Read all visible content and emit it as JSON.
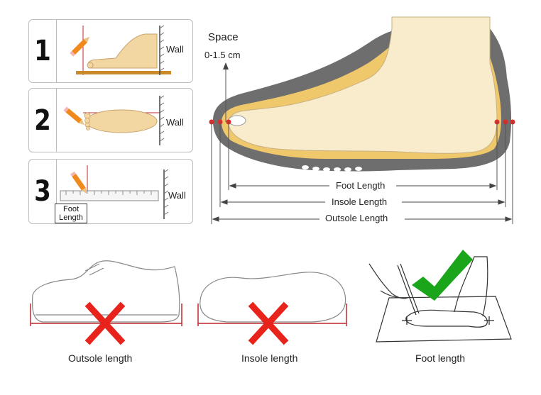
{
  "steps": [
    {
      "number": "1",
      "wall_label": "Wall"
    },
    {
      "number": "2",
      "wall_label": "Wall"
    },
    {
      "number": "3",
      "wall_label": "Wall",
      "ruler_label": "Foot Length"
    }
  ],
  "main_diagram": {
    "space_label": "Space",
    "space_range": "0-1.5 cm",
    "foot_length_label": "Foot Length",
    "insole_length_label": "Insole Length",
    "outsole_length_label": "Outsole Length"
  },
  "comparisons": [
    {
      "label": "Outsole length",
      "verdict": "wrong"
    },
    {
      "label": "Insole length",
      "verdict": "wrong"
    },
    {
      "label": "Foot length",
      "verdict": "correct"
    }
  ],
  "colors": {
    "wrong_mark": "#e8231c",
    "correct_mark": "#1aa51a",
    "measure_line": "#c0272d",
    "foot_fill": "#f5deb0",
    "sole_fill": "#6e6e6e"
  }
}
